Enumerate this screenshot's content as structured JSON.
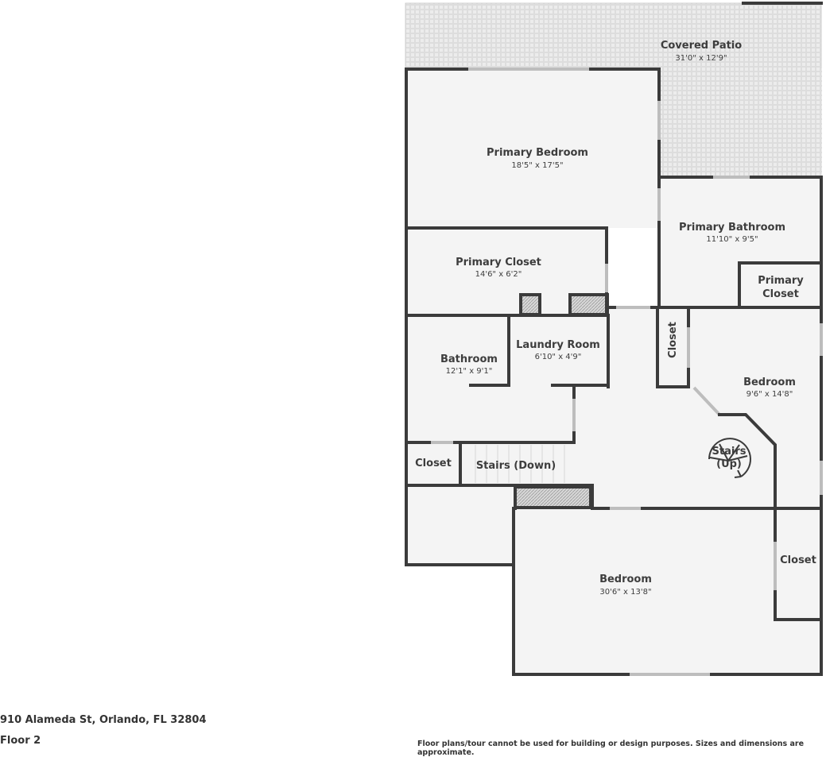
{
  "rooms": {
    "covered_patio": {
      "name": "Covered Patio",
      "dims": "31'0\" x 12'9\""
    },
    "primary_bedroom": {
      "name": "Primary Bedroom",
      "dims": "18'5\" x 17'5\""
    },
    "primary_bathroom": {
      "name": "Primary Bathroom",
      "dims": "11'10\" x 9'5\""
    },
    "primary_closet": {
      "name": "Primary Closet",
      "dims": "14'6\" x 6'2\""
    },
    "primary_closet_small": {
      "line1": "Primary",
      "line2": "Closet"
    },
    "bathroom": {
      "name": "Bathroom",
      "dims": "12'1\" x 9'1\""
    },
    "laundry_room": {
      "name": "Laundry Room",
      "dims": "6'10\" x 4'9\""
    },
    "closet_hall": {
      "name": "Closet"
    },
    "bedroom_east": {
      "name": "Bedroom",
      "dims": "9'6\" x 14'8\""
    },
    "stairs_up": {
      "line1": "Stairs",
      "line2": "(Up)"
    },
    "closet_stairs": {
      "name": "Closet"
    },
    "stairs_down": {
      "name": "Stairs (Down)"
    },
    "bedroom_south": {
      "name": "Bedroom",
      "dims": "30'6\" x 13'8\""
    },
    "closet_south": {
      "name": "Closet"
    }
  },
  "footer": {
    "address": "910 Alameda St, Orlando, FL 32804",
    "floor": "Floor 2",
    "disclaimer": "Floor plans/tour cannot be used for building or design purposes. Sizes and dimensions are approximate."
  },
  "colors": {
    "wall": "#3b3b3b",
    "room_fill": "#f4f4f4",
    "patio_fill": "#ececec",
    "window": "#cfcfcf"
  }
}
